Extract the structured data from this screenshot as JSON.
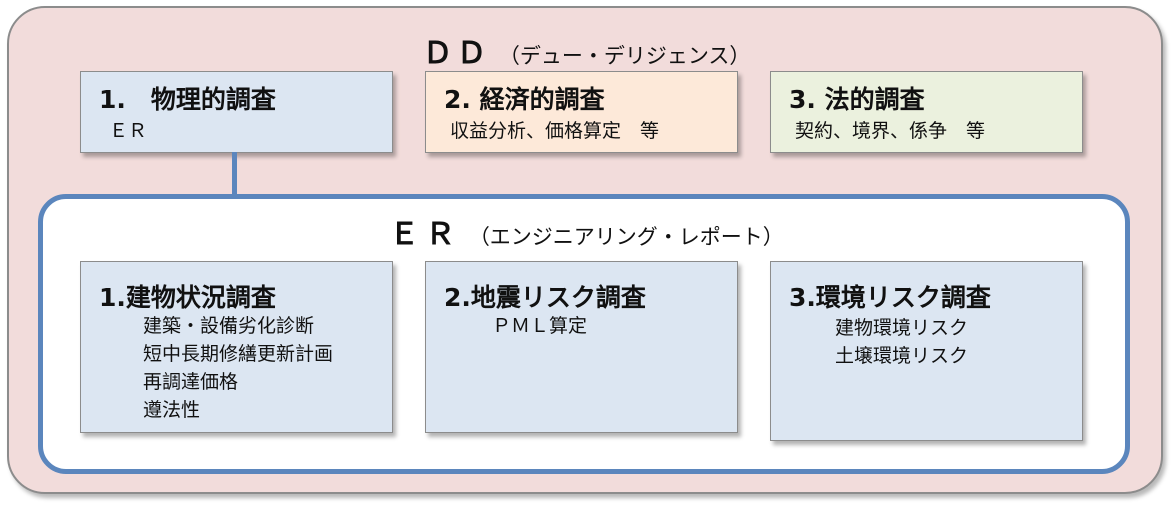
{
  "dd": {
    "title_main": "ＤＤ",
    "title_sub": "（デュー・デリジェンス）",
    "boxes": [
      {
        "title": "1.　物理的調査",
        "sub": "ＥＲ"
      },
      {
        "title": "2. 経済的調査",
        "sub": "収益分析、価格算定　等"
      },
      {
        "title": "3. 法的調査",
        "sub": "契約、境界、係争　等"
      }
    ]
  },
  "er": {
    "title_main": "ＥＲ",
    "title_sub": "（エンジニアリング・レポート）",
    "boxes": [
      {
        "title": "1.建物状況調査",
        "items": [
          "建築・設備劣化診断",
          "短中長期修繕更新計画",
          "再調達価格",
          "遵法性"
        ]
      },
      {
        "title": "2.地震リスク調査",
        "items": [
          "ＰＭＬ算定"
        ]
      },
      {
        "title": "3.環境リスク調査",
        "items": [
          "建物環境リスク",
          "土壌環境リスク"
        ]
      }
    ]
  },
  "colors": {
    "dd_background": "#f2dcdb",
    "er_border": "#5b86bd",
    "box_blue": "#dce6f2",
    "box_peach": "#fde9d9",
    "box_green": "#ebf1de"
  }
}
